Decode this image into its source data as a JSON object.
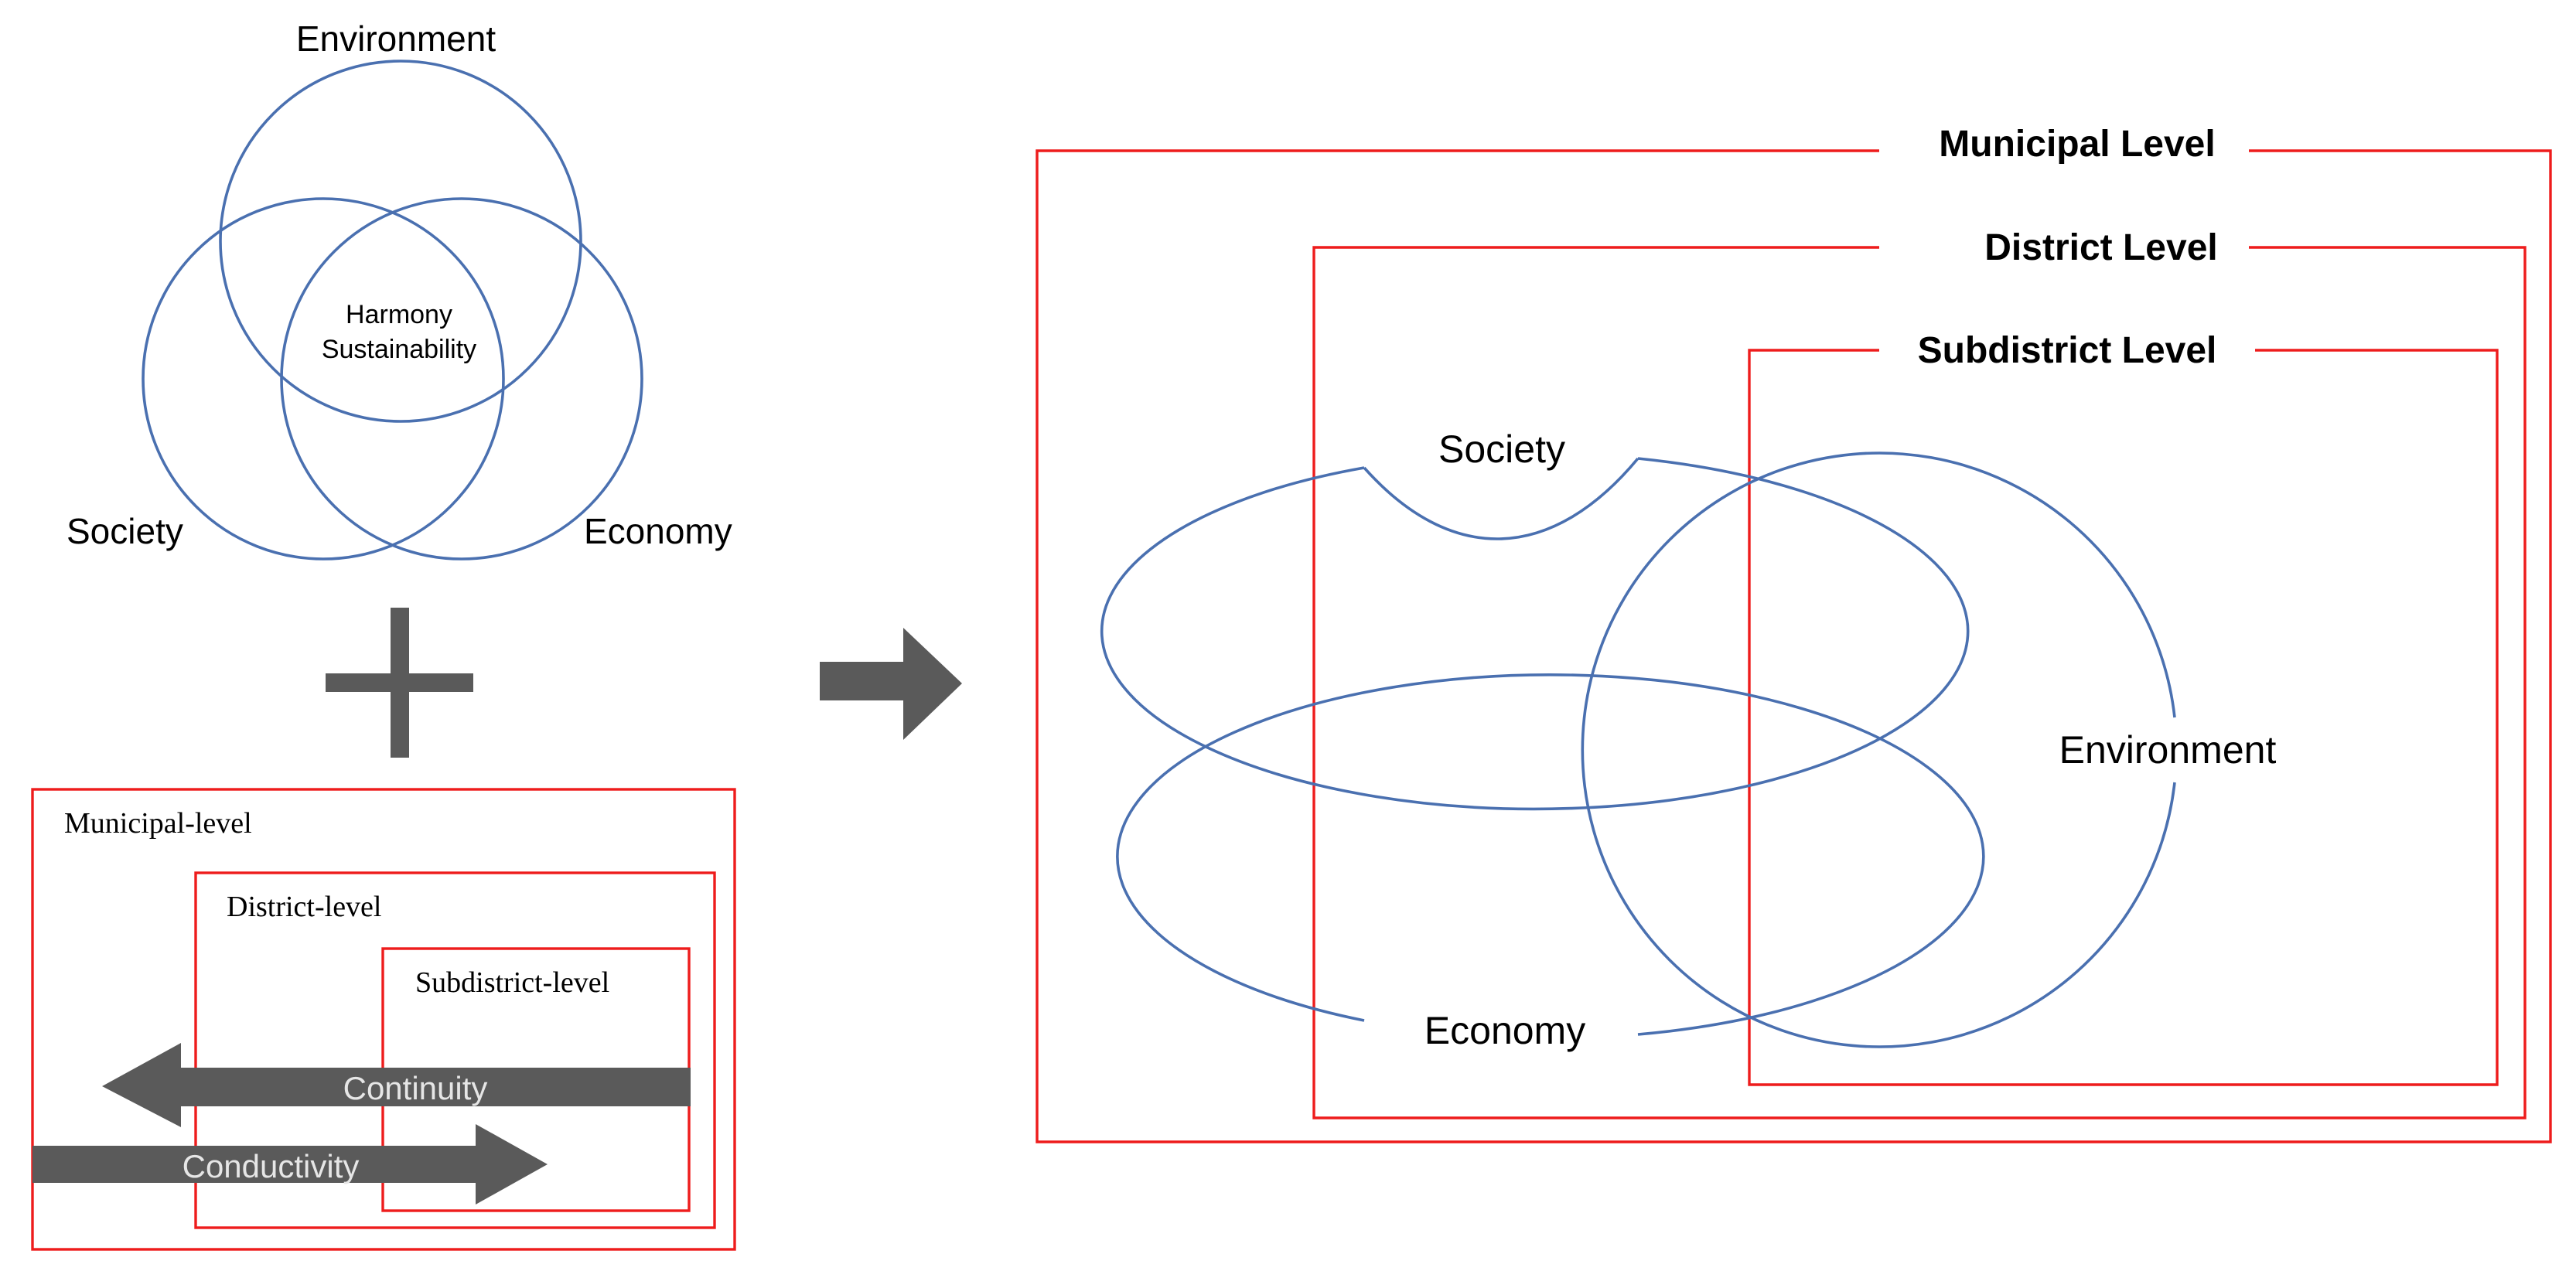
{
  "venn": {
    "environment": "Environment",
    "society": "Society",
    "economy": "Economy",
    "center_line1": "Harmony",
    "center_line2": "Sustainability"
  },
  "levels_small": {
    "municipal": "Municipal-level",
    "district": "District-level",
    "subdistrict": "Subdistrict-level",
    "continuity": "Continuity",
    "conductivity": "Conductivity"
  },
  "levels_large": {
    "municipal": "Municipal Level",
    "district": "District Level",
    "subdistrict": "Subdistrict Level",
    "society": "Society",
    "economy": "Economy",
    "environment": "Environment"
  },
  "colors": {
    "circle_stroke": "#4a70b0",
    "level_stroke": "#ee1c1c",
    "arrow_fill": "#5a5a5a"
  }
}
